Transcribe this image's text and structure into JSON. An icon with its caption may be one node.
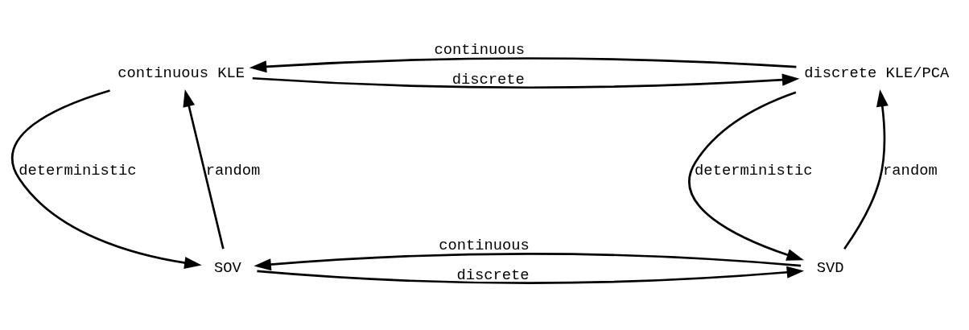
{
  "diagram": {
    "nodes": [
      {
        "text": [
          "continuous KLE"
        ]
      },
      {
        "text": [
          "discrete KLE/PCA"
        ]
      },
      {
        "text": [
          "SOV"
        ]
      },
      {
        "text": [
          "SVD"
        ]
      }
    ],
    "edges": [
      {
        "from": 0,
        "to": 1,
        "arrow": "to",
        "label": "discrete"
      },
      {
        "from": 1,
        "to": 0,
        "arrow": "to",
        "label": "continuous"
      },
      {
        "from": 2,
        "to": 0,
        "arrow": "to",
        "label": "random"
      },
      {
        "from": 0,
        "to": 2,
        "arrow": "to",
        "label": "deterministic"
      },
      {
        "from": 3,
        "to": 1,
        "arrow": "to",
        "label": "random"
      },
      {
        "from": 1,
        "to": 3,
        "arrow": "to",
        "label": "deterministic"
      },
      {
        "from": 2,
        "to": 3,
        "arrow": "to",
        "label": "discrete"
      },
      {
        "from": 3,
        "to": 2,
        "arrow": "to",
        "label": "continuous"
      }
    ]
  }
}
